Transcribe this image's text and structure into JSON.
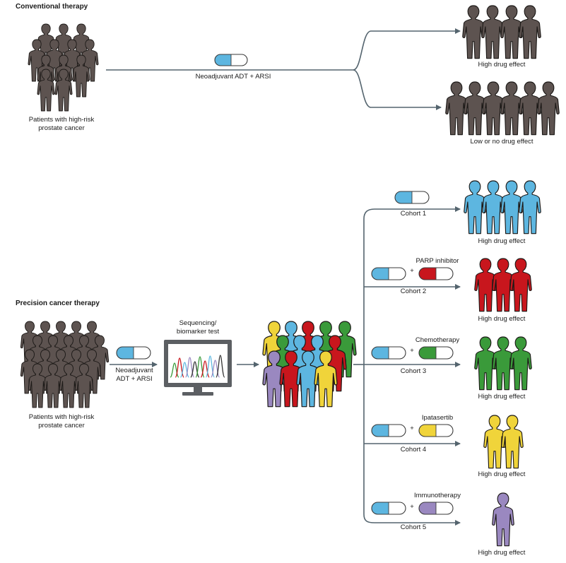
{
  "conventional": {
    "heading": "Conventional therapy",
    "patients_label_line1": "Patients with high-risk",
    "patients_label_line2": "prostate cancer",
    "treatment_label": "Neoadjuvant ADT + ARSI",
    "outcome_high": "High drug effect",
    "outcome_low": "Low or no drug effect"
  },
  "precision": {
    "heading": "Precision cancer therapy",
    "patients_label_line1": "Patients with high-risk",
    "patients_label_line2": "prostate cancer",
    "treatment_label_line1": "Neoadjuvant",
    "treatment_label_line2": "ADT + ARSI",
    "test_label_line1": "Sequencing/",
    "test_label_line2": "biomarker test",
    "cohorts": [
      {
        "label": "Cohort 1",
        "drug": "",
        "outcome": "High drug effect",
        "color": "#5db6e0",
        "count": 4
      },
      {
        "label": "Cohort 2",
        "drug": "PARP inhibitor",
        "outcome": "High drug effect",
        "color": "#c8161d",
        "count": 3
      },
      {
        "label": "Cohort 3",
        "drug": "Chemotherapy",
        "outcome": "High drug effect",
        "color": "#3a9a3a",
        "count": 3
      },
      {
        "label": "Cohort 4",
        "drug": "Ipatasertib",
        "outcome": "High drug effect",
        "color": "#f0d43a",
        "count": 2
      },
      {
        "label": "Cohort 5",
        "drug": "Immunotherapy",
        "outcome": "High drug effect",
        "color": "#9a88c0",
        "count": 1
      }
    ],
    "plus_sign": "+"
  },
  "colors": {
    "person_grey": "#5d5350",
    "arrow": "#54646e",
    "adt_blue": "#5db6e0"
  }
}
